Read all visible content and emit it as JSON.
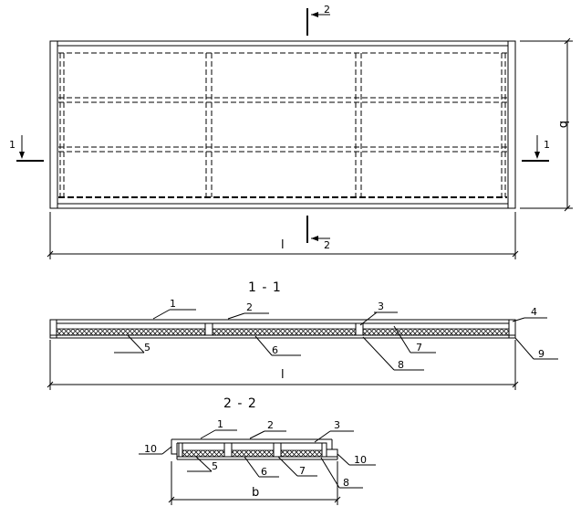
{
  "plan": {
    "section_marks": {
      "left": "1",
      "right": "1",
      "top": "2",
      "bottom": "2"
    },
    "dim_length": "l",
    "dim_width": "b"
  },
  "section_1_1": {
    "title": "1 - 1",
    "callouts": [
      "1",
      "2",
      "3",
      "4",
      "5",
      "6",
      "7",
      "8",
      "9"
    ],
    "dim_length": "l"
  },
  "section_2_2": {
    "title": "2 - 2",
    "callouts": [
      "1",
      "2",
      "3",
      "10",
      "5",
      "6",
      "7",
      "8",
      "10"
    ],
    "dim_width": "b"
  }
}
